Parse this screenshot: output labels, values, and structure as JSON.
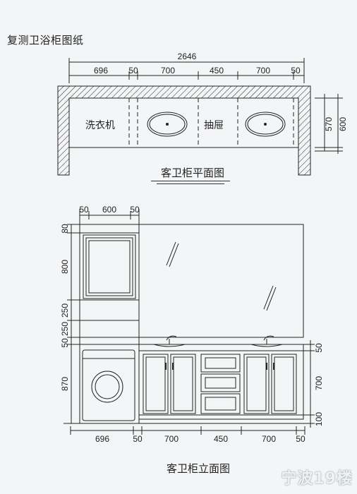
{
  "title": "复测卫浴柜图纸",
  "plan": {
    "caption": "客卫柜平面图",
    "overall_width": "2646",
    "top_dims": [
      "696",
      "50",
      "700",
      "450",
      "700",
      "50"
    ],
    "right_dims": [
      "570",
      "600"
    ],
    "labels": {
      "washer": "洗衣机",
      "drawer": "抽屉"
    }
  },
  "elevation": {
    "caption": "客卫柜立面图",
    "top_dims": [
      "50",
      "600",
      "50"
    ],
    "left_dims": [
      "80",
      "800",
      "250",
      "250",
      "50",
      "870"
    ],
    "right_dims": [
      "50",
      "700",
      "100"
    ],
    "bottom_dims": [
      "696",
      "50",
      "700",
      "450",
      "700",
      "50"
    ]
  },
  "watermark": "宁波19楼"
}
